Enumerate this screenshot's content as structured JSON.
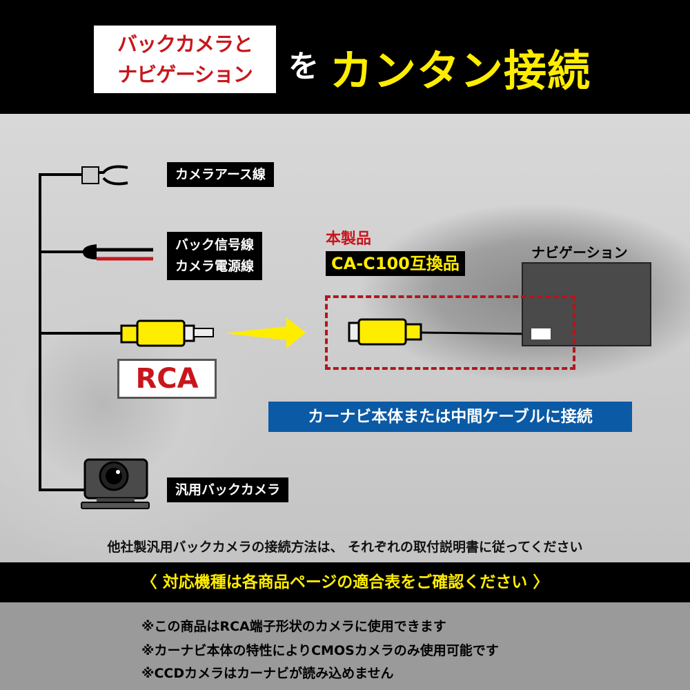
{
  "header": {
    "title_box_line1": "バックカメラと",
    "title_box_line2": "ナビゲーション",
    "title_particle": "を",
    "title_main": "カンタン接続"
  },
  "diagram": {
    "wires": [
      {
        "label": "カメラアース線",
        "icon": "ground-terminal-icon"
      },
      {
        "label_line1": "バック信号線",
        "label_line2": "カメラ電源線",
        "icon": "wire-plug-icon",
        "colors": [
          "#000000",
          "#c8161d"
        ]
      },
      {
        "label": "RCA",
        "icon": "rca-connector-icon"
      },
      {
        "label": "汎用バックカメラ",
        "icon": "camera-icon"
      }
    ],
    "product_tag": "本製品",
    "product_model": "CA-C100互換品",
    "navi_label": "ナビゲーション",
    "connect_note": "カーナビ本体または中間ケーブルに接続"
  },
  "notes": {
    "top": "他社製汎用バックカメラの接続方法は、 それぞれの取付説明書に従ってください",
    "band": "〈 対応機種は各商品ページの適合表をご確認ください 〉",
    "bottom": [
      "※この商品はRCA端子形状のカメラに使用できます",
      "※カーナビ本体の特性によりCMOSカメラのみ使用可能です",
      "※CCDカメラはカーナビが読み込めません"
    ]
  },
  "colors": {
    "accent_red": "#c8161d",
    "accent_yellow": "#ffed00",
    "accent_blue": "#0b5aa5"
  }
}
